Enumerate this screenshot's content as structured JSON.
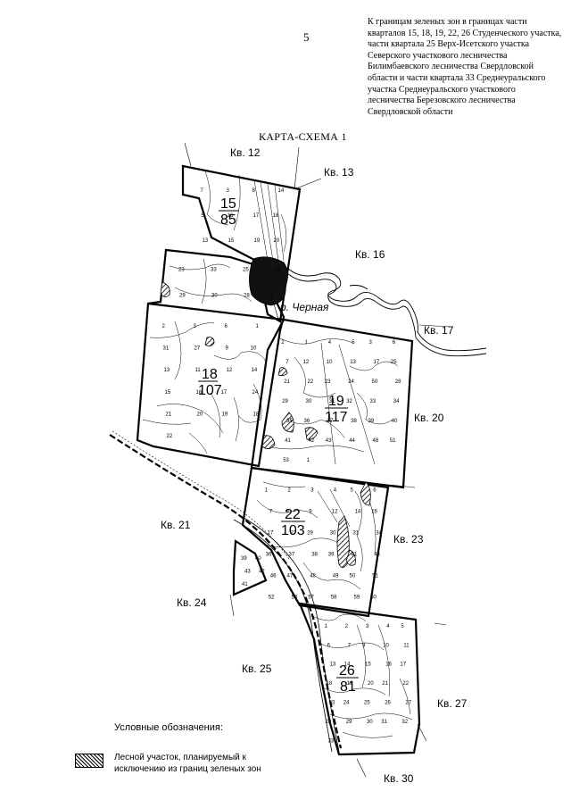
{
  "page_number": "5",
  "header_note": "К границам зеленых зон в границах части кварталов 15, 18, 19, 22, 26 Студенческого участка, части квартала 25 Верх-Исетского участка Северского участкового лесничества Билимбаевского лесничества Свердловской области и части квартала 33 Среднеуральского участка Среднеуральского участкового лесничества Березовского лесничества Свердловской области",
  "map_title": "КАРТА-СХЕМА 1",
  "river_label": "р. Черная",
  "quarter_labels": {
    "kv12": "Кв. 12",
    "kv13": "Кв. 13",
    "kv16": "Кв. 16",
    "kv17": "Кв. 17",
    "kv20": "Кв. 20",
    "kv21": "Кв. 21",
    "kv23": "Кв. 23",
    "kv24": "Кв. 24",
    "kv25": "Кв. 25",
    "kv27": "Кв. 27",
    "kv30": "Кв. 30"
  },
  "quarters": {
    "q15": {
      "num": "15",
      "area": "85"
    },
    "q18": {
      "num": "18",
      "area": "107"
    },
    "q19": {
      "num": "19",
      "area": "117"
    },
    "q22": {
      "num": "22",
      "area": "103"
    },
    "q26": {
      "num": "26",
      "area": "81"
    }
  },
  "plot_numbers": {
    "q15": [
      "7",
      "3",
      "8",
      "14",
      "5",
      "16",
      "17",
      "18",
      "13",
      "15",
      "19",
      "20"
    ],
    "q18_top": [
      "23",
      "33",
      "25",
      "26",
      "29",
      "30",
      "28",
      "4"
    ],
    "q18": [
      "2",
      "3",
      "6",
      "1",
      "31",
      "27",
      "9",
      "10",
      "13",
      "11",
      "12",
      "14",
      "15",
      "16",
      "17",
      "24",
      "21",
      "20",
      "19",
      "18",
      "22"
    ],
    "q19": [
      "2",
      "1",
      "4",
      "5",
      "3",
      "6",
      "7",
      "12",
      "10",
      "13",
      "17",
      "25",
      "21",
      "22",
      "23",
      "24",
      "50",
      "28",
      "29",
      "30",
      "31",
      "32",
      "33",
      "34",
      "35",
      "36",
      "37",
      "38",
      "39",
      "40",
      "41",
      "42",
      "43",
      "44",
      "48",
      "51",
      "53",
      "1"
    ],
    "q22": [
      "1",
      "2",
      "3",
      "4",
      "5",
      "6",
      "7",
      "8",
      "9",
      "12",
      "14",
      "16",
      "17",
      "27",
      "29",
      "30",
      "31",
      "34",
      "36",
      "37",
      "38",
      "39",
      "41",
      "45",
      "46",
      "47",
      "48",
      "49",
      "50",
      "51",
      "52",
      "54",
      "57",
      "58",
      "59",
      "60"
    ],
    "q22_left": [
      "39",
      "40",
      "43",
      "42",
      "41"
    ],
    "q26": [
      "1",
      "2",
      "3",
      "4",
      "5",
      "6",
      "7",
      "9",
      "10",
      "11",
      "13",
      "14",
      "15",
      "16",
      "17",
      "18",
      "19",
      "20",
      "21",
      "22",
      "23",
      "24",
      "25",
      "26",
      "27",
      "28",
      "29",
      "30",
      "31",
      "32",
      "33"
    ]
  },
  "legend": {
    "title": "Условные обозначения:",
    "item": "Лесной участок, планируемый к исключению из границ зеленых зон"
  }
}
